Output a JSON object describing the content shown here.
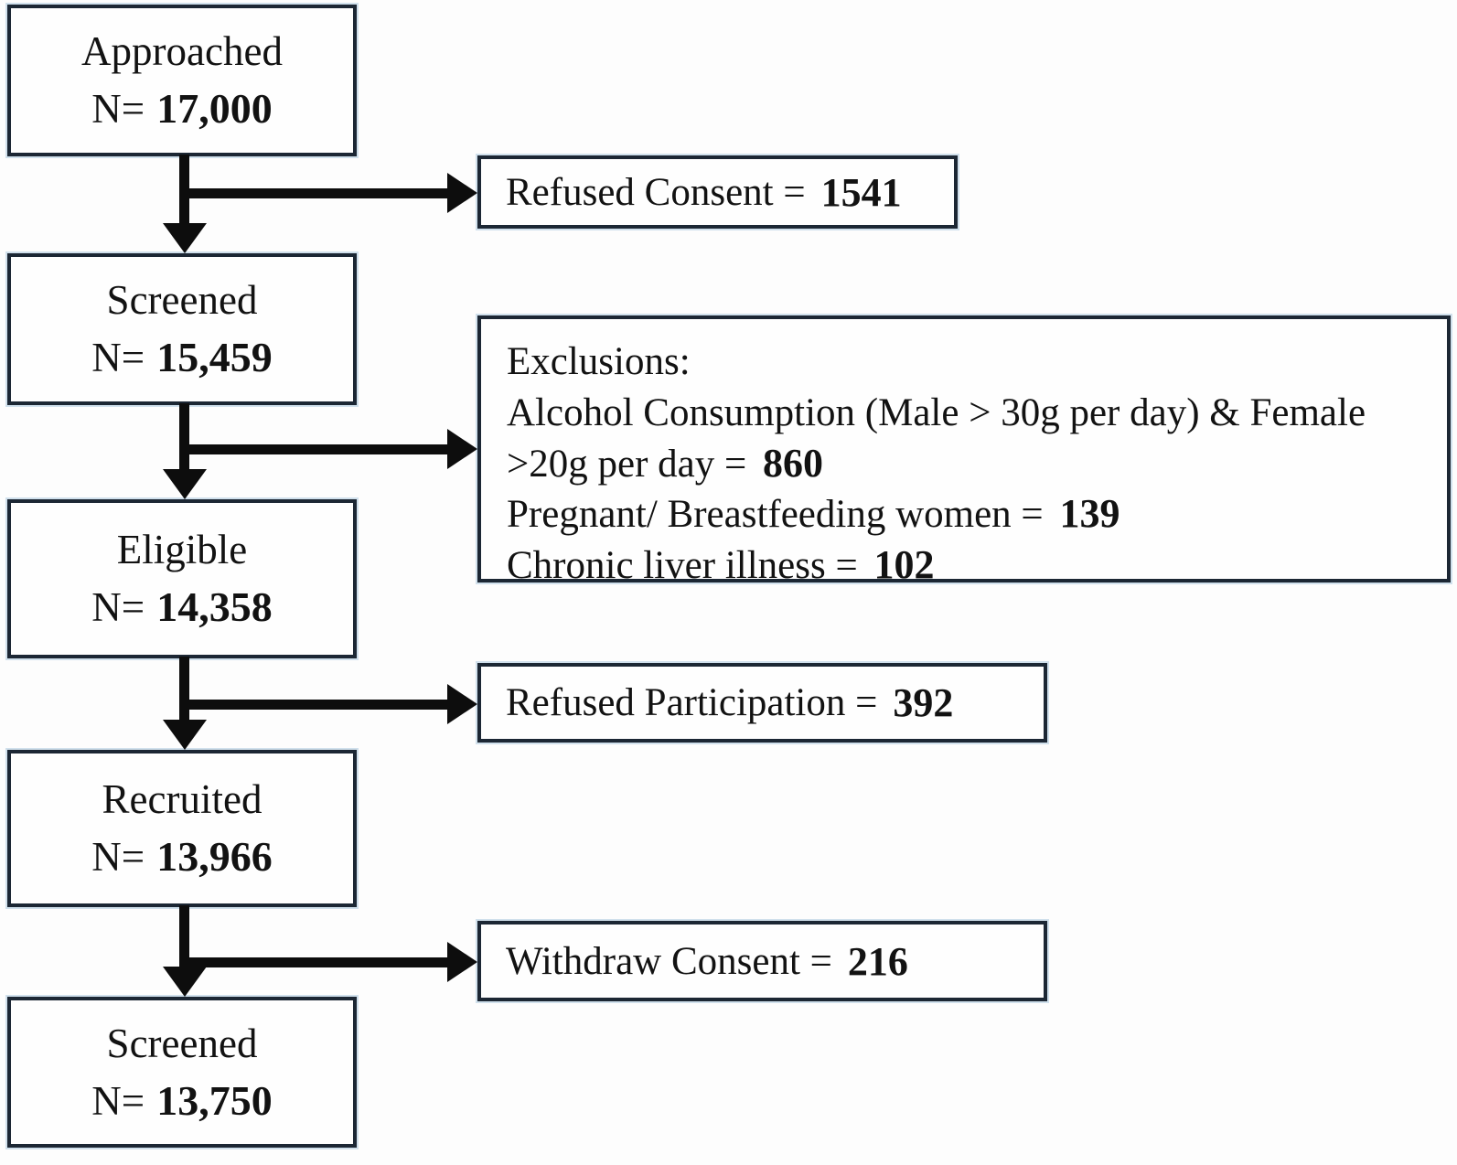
{
  "flow": {
    "main_boxes": [
      {
        "label": "Approached",
        "n_label": "N=",
        "n_value": "17,000"
      },
      {
        "label": "Screened",
        "n_label": "N=",
        "n_value": "15,459"
      },
      {
        "label": "Eligible",
        "n_label": "N=",
        "n_value": "14,358"
      },
      {
        "label": "Recruited",
        "n_label": "N=",
        "n_value": "13,966"
      },
      {
        "label": "Screened",
        "n_label": "N=",
        "n_value": "13,750"
      }
    ],
    "side_boxes": {
      "refused_consent": {
        "label": "Refused Consent =",
        "value": "1541"
      },
      "refused_participation": {
        "label": "Refused Participation =",
        "value": "392"
      },
      "withdraw_consent": {
        "label": "Withdraw Consent =",
        "value": "216"
      }
    },
    "exclusions": {
      "heading": "Exclusions:",
      "lines": [
        {
          "text": "Alcohol Consumption (Male > 30g per day) & Female",
          "value": ""
        },
        {
          "text": ">20g per day = ",
          "value": "860"
        },
        {
          "text": "Pregnant/ Breastfeeding women = ",
          "value": "139"
        },
        {
          "text": "Chronic liver illness = ",
          "value": "102"
        }
      ]
    },
    "colors": {
      "box_border": "#1c2734",
      "box_fill": "#fefefe",
      "arrow": "#0d0d0d",
      "background": "#fdfdfd"
    }
  }
}
